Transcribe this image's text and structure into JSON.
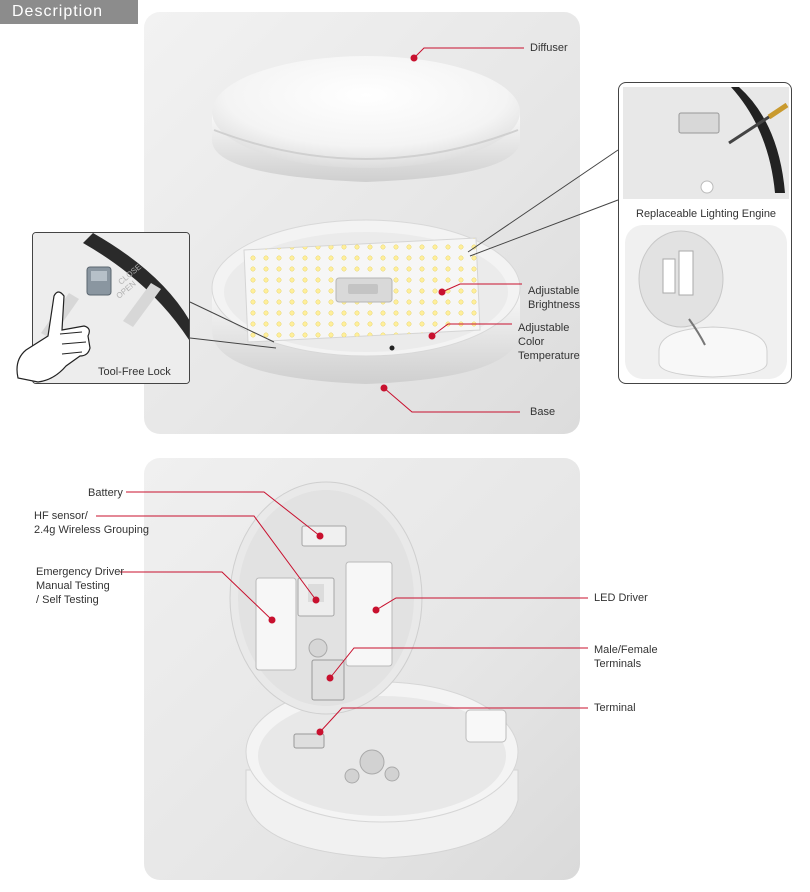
{
  "header": {
    "tab_label": "Description"
  },
  "colors": {
    "accent": "#c8102e",
    "panel": "#ececec",
    "tab": "#8c8c8c"
  },
  "top_callouts": {
    "diffuser": "Diffuser",
    "brightness_line1": "Adjustable",
    "brightness_line2": "Brightness",
    "color_temp_line1": "Adjustable",
    "color_temp_line2": "Color",
    "color_temp_line3": "Temperature",
    "base": "Base",
    "tool_free_lock": "Tool-Free Lock",
    "replaceable_engine": "Replaceable Lighting Engine",
    "lock_close": "CLOSE",
    "lock_open": "OPEN"
  },
  "bottom_callouts": {
    "battery": "Battery",
    "hf_sensor_line1": "HF sensor/",
    "hf_sensor_line2": "2.4g Wireless Grouping",
    "emergency_line1": "Emergency  Driver",
    "emergency_line2": "Manual Testing",
    "emergency_line3": "/ Self Testing",
    "led_driver": "LED Driver",
    "terminals_line1": "Male/Female",
    "terminals_line2": "Terminals",
    "terminal": "Terminal"
  }
}
